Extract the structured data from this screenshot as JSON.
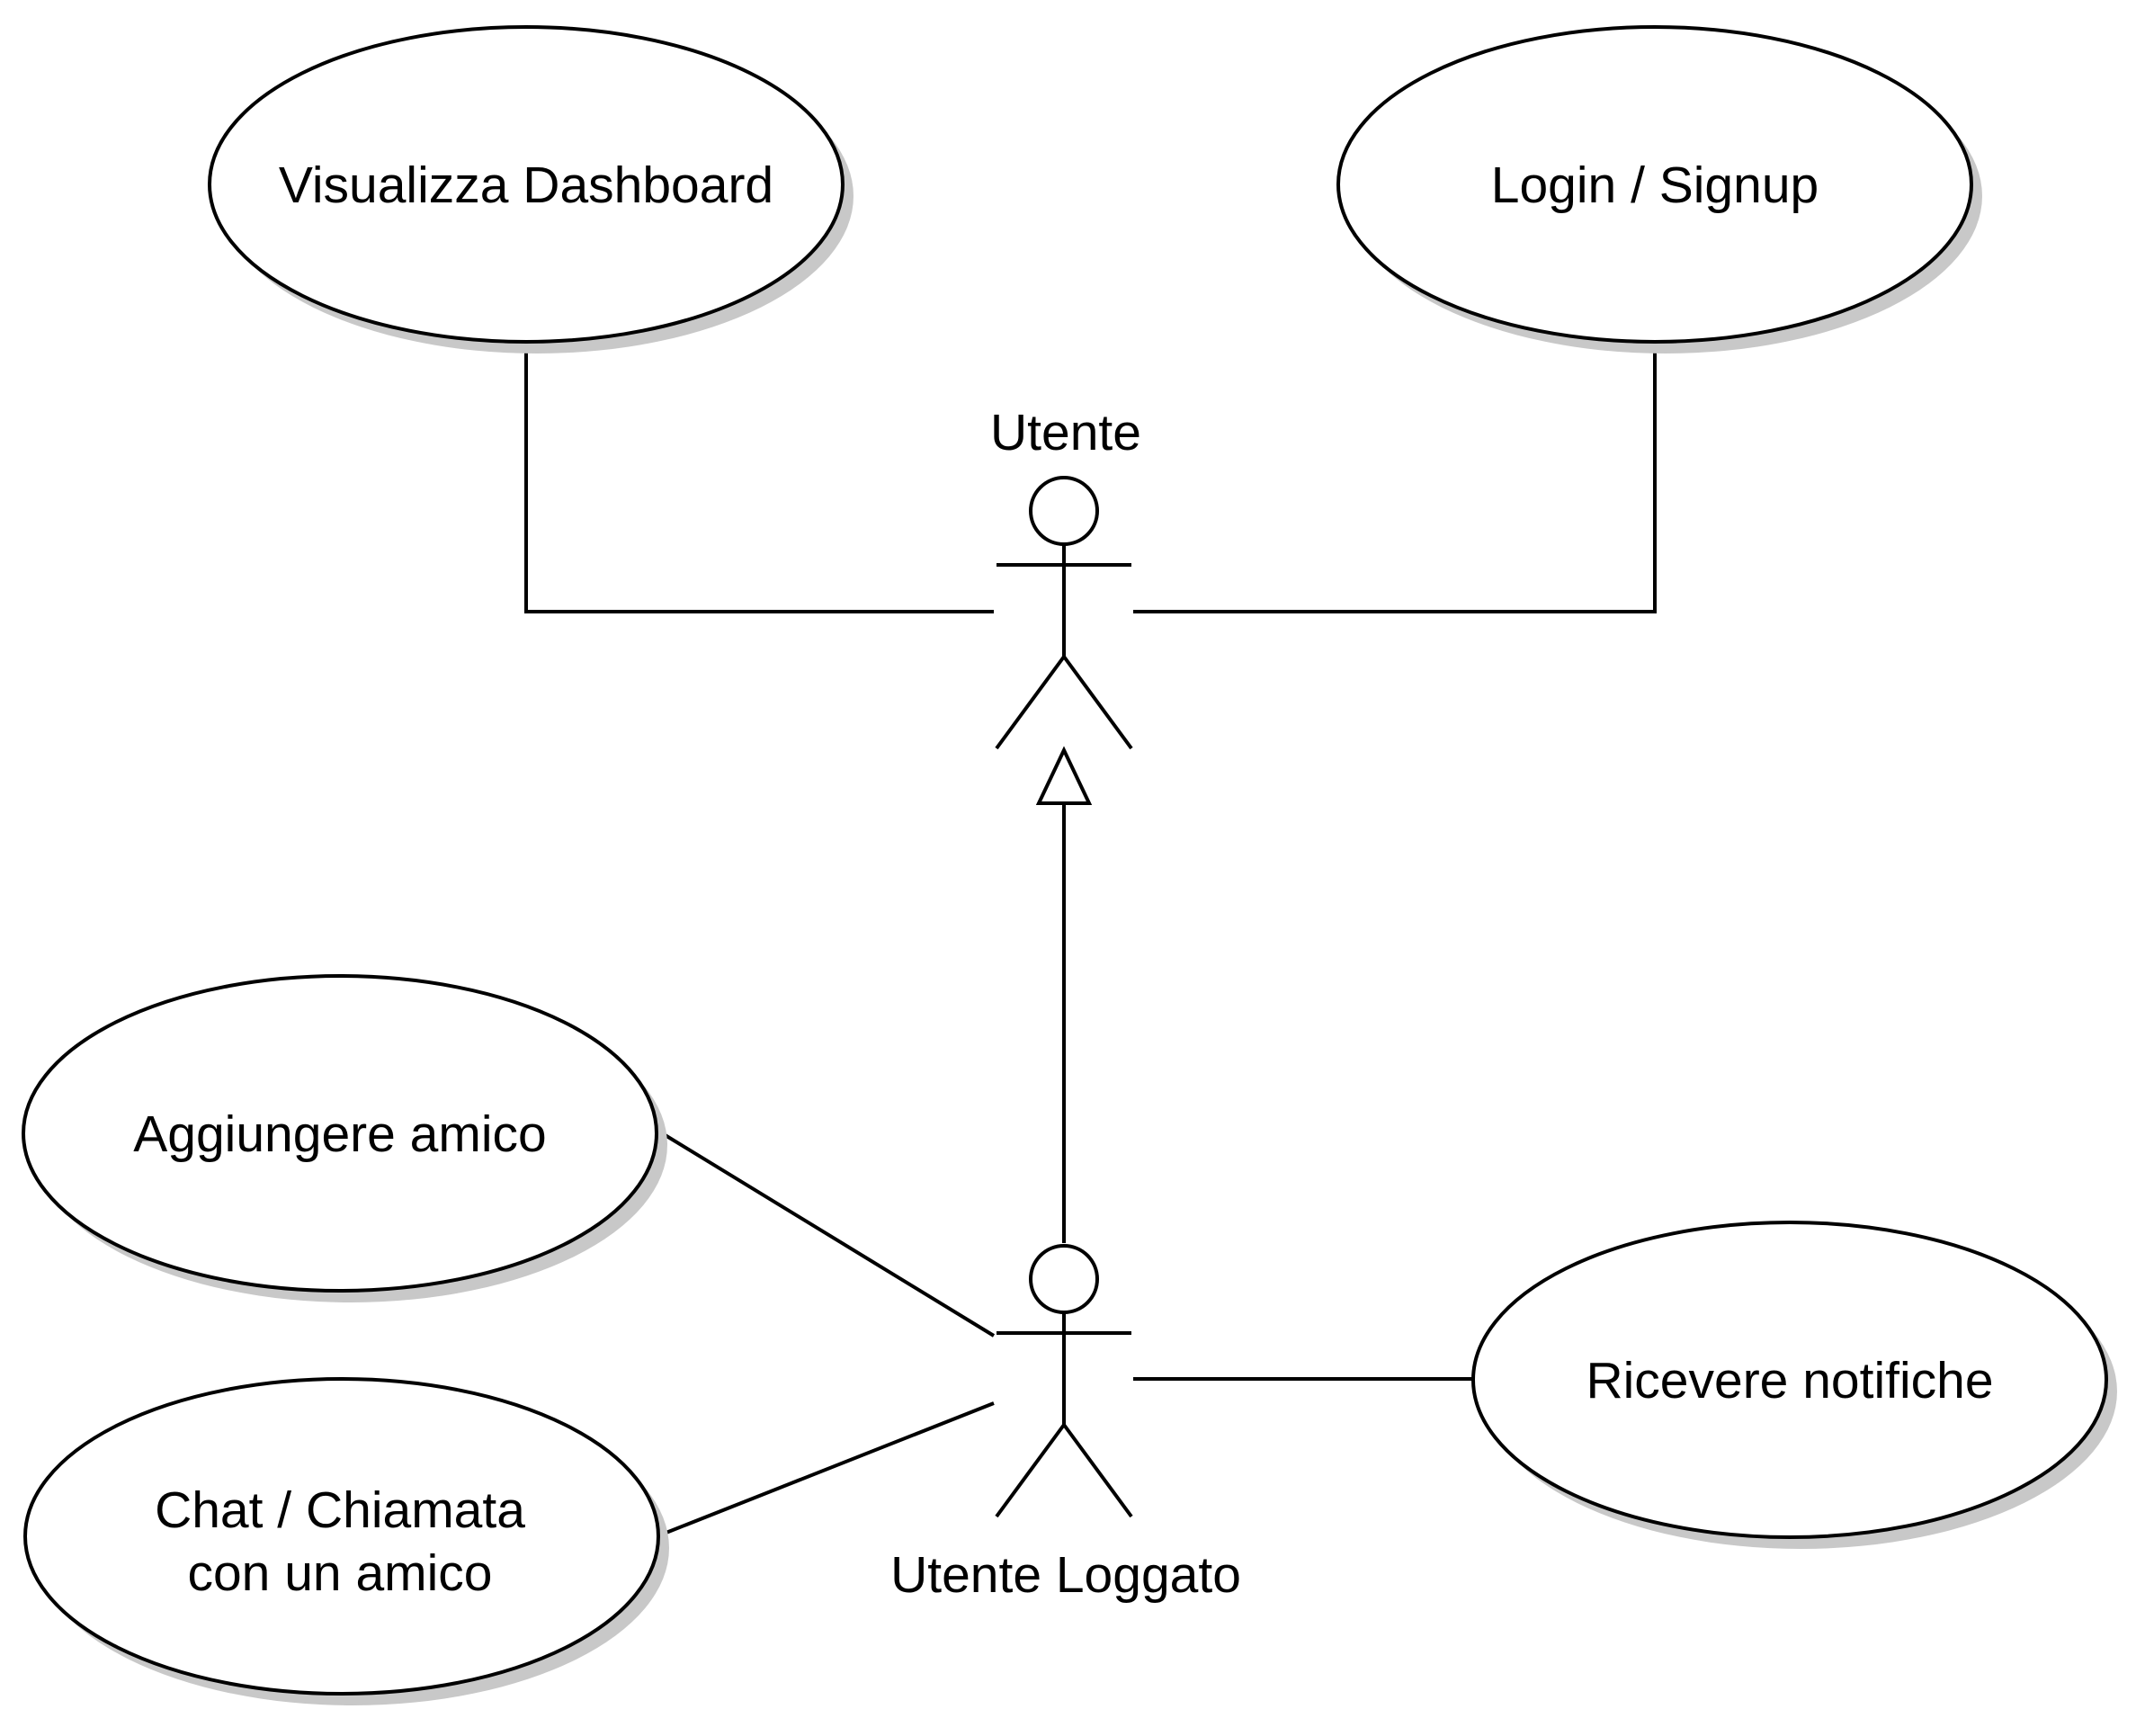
{
  "use_cases": {
    "dashboard": {
      "label": "Visualizza Dashboard"
    },
    "login": {
      "label": "Login / Signup"
    },
    "add_friend": {
      "label": "Aggiungere amico"
    },
    "chat": {
      "line1": "Chat / Chiamata",
      "line2": "con un amico"
    },
    "notifications": {
      "label": "Ricevere notifiche"
    }
  },
  "actors": {
    "utente": {
      "label": "Utente"
    },
    "utente_loggato": {
      "label": "Utente Loggato"
    }
  },
  "relationships": [
    {
      "type": "association",
      "from": "utente",
      "to": "dashboard"
    },
    {
      "type": "association",
      "from": "utente",
      "to": "login"
    },
    {
      "type": "generalization",
      "from": "utente_loggato",
      "to": "utente"
    },
    {
      "type": "association",
      "from": "utente_loggato",
      "to": "add_friend"
    },
    {
      "type": "association",
      "from": "utente_loggato",
      "to": "chat"
    },
    {
      "type": "association",
      "from": "utente_loggato",
      "to": "notifications"
    }
  ]
}
